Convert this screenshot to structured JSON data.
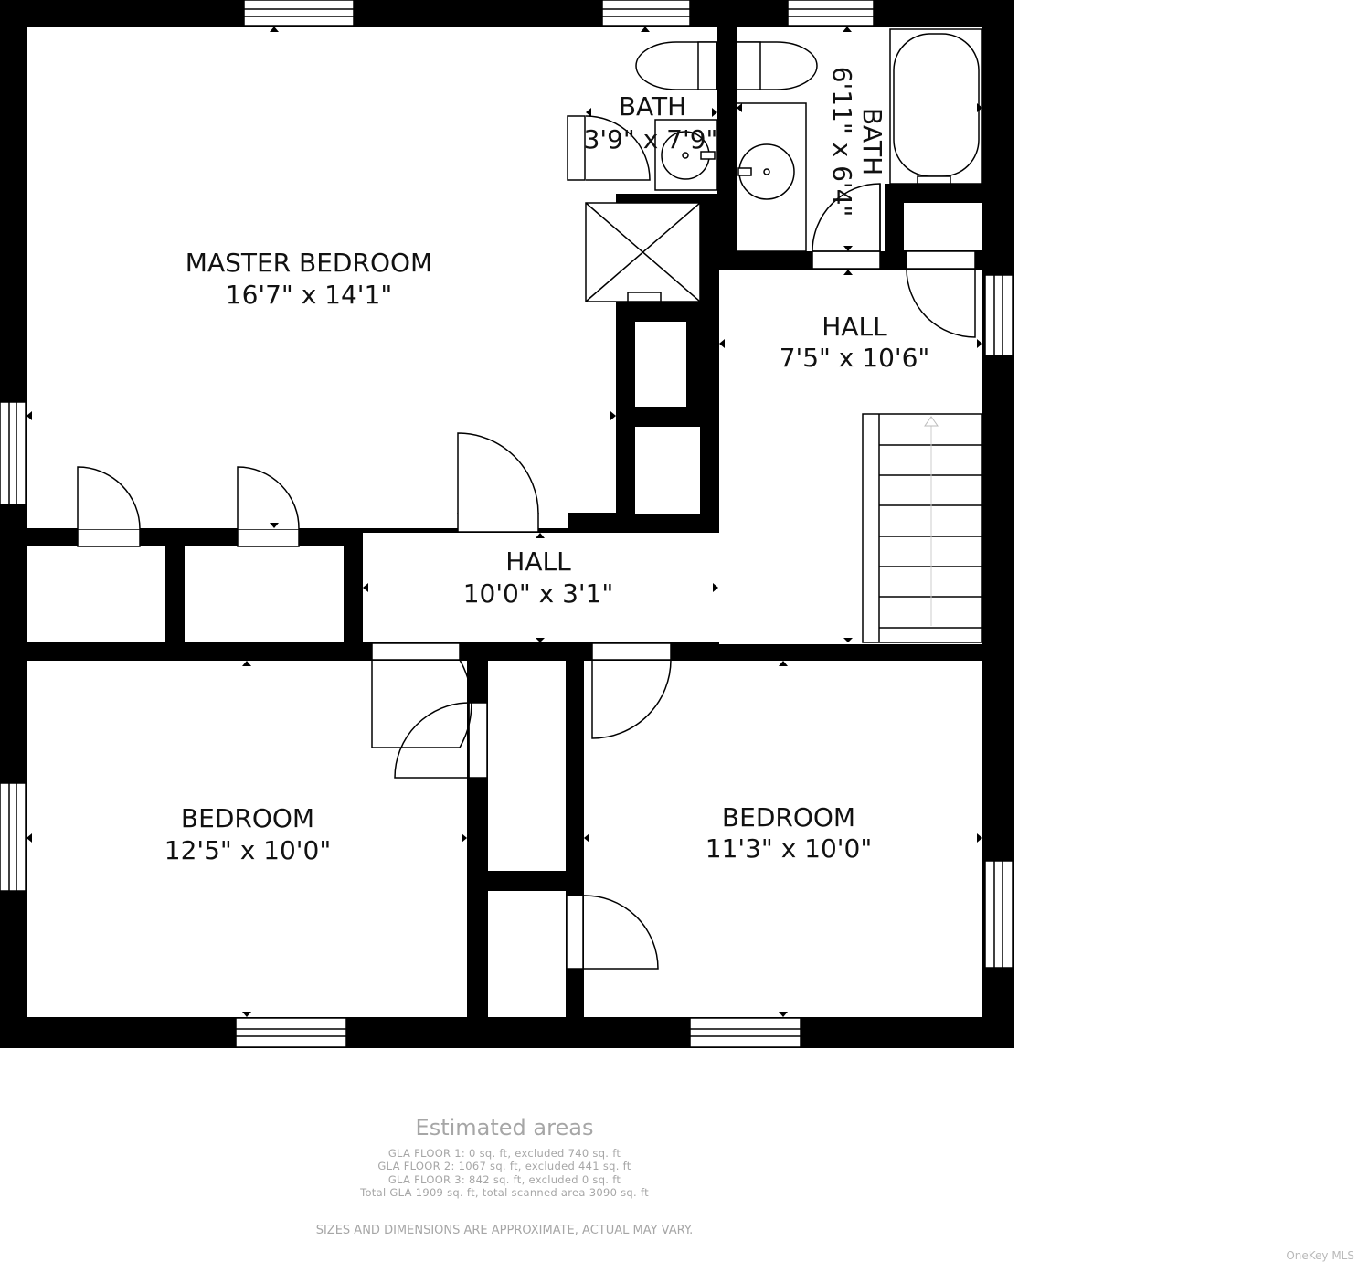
{
  "rooms": {
    "master_bedroom": {
      "name": "MASTER BEDROOM",
      "size": "16'7\" x 14'1\""
    },
    "bath_left": {
      "name": "BATH",
      "size": "3'9\" x 7'9\""
    },
    "bath_right": {
      "name": "BATH",
      "size": "6'11\" x 6'4\""
    },
    "hall_upper": {
      "name": "HALL",
      "size": "7'5\" x 10'6\""
    },
    "hall_lower": {
      "name": "HALL",
      "size": "10'0\" x 3'1\""
    },
    "bedroom_left": {
      "name": "BEDROOM",
      "size": "12'5\" x 10'0\""
    },
    "bedroom_right": {
      "name": "BEDROOM",
      "size": "11'3\" x 10'0\""
    }
  },
  "areas": {
    "title": "Estimated areas",
    "lines": [
      "GLA FLOOR 1: 0 sq. ft, excluded 740 sq. ft",
      "GLA FLOOR 2: 1067 sq. ft, excluded 441 sq. ft",
      "GLA FLOOR 3: 842 sq. ft, excluded 0 sq. ft",
      "Total GLA 1909 sq. ft, total scanned area 3090 sq. ft"
    ]
  },
  "disclaimer": "SIZES AND DIMENSIONS ARE APPROXIMATE, ACTUAL MAY VARY.",
  "watermark": "OneKey MLS",
  "colors": {
    "wall": "#000000",
    "floor": "#ffffff",
    "note_text": "#a6a6a6"
  }
}
